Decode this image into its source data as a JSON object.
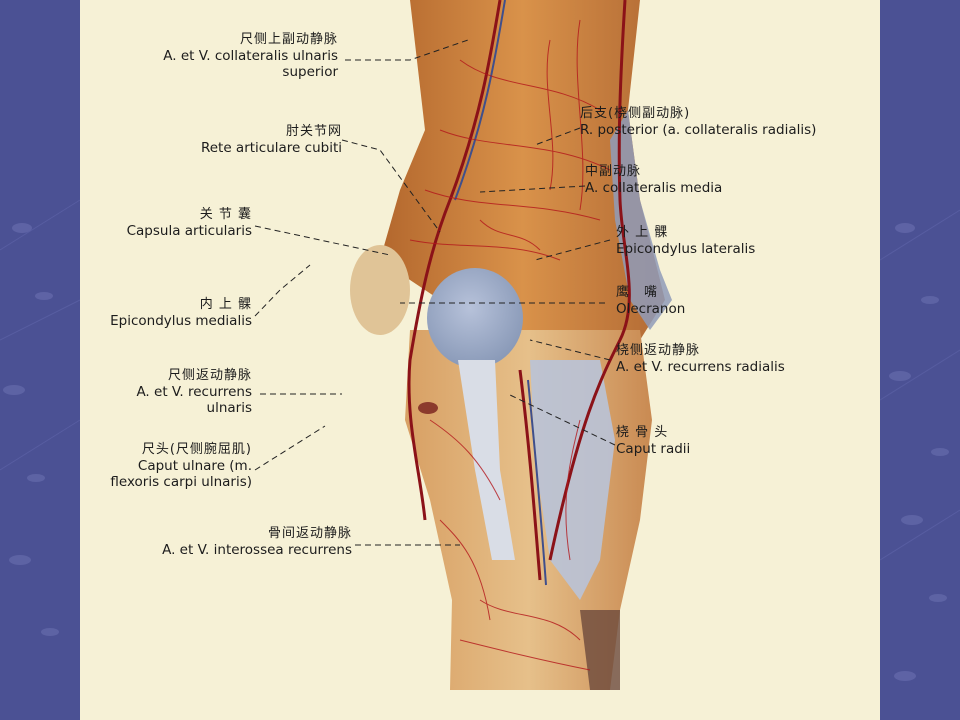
{
  "labels": {
    "coll_ulnaris_sup": {
      "zh": "尺侧上副动静脉",
      "line1": "A. et V. collateralis ulnaris",
      "line2": "superior"
    },
    "r_posterior": {
      "zh": "后支(桡侧副动脉)",
      "line1": "R. posterior (a. collateralis radialis)"
    },
    "rete": {
      "zh": "肘关节网",
      "line1": "Rete articulare cubiti"
    },
    "coll_media": {
      "zh": "中副动脉",
      "line1": "A. collateralis media"
    },
    "capsula": {
      "zh": "关 节 囊",
      "line1": "Capsula articularis"
    },
    "epi_lateralis": {
      "zh": "外 上 髁",
      "line1": "Epicondylus lateralis"
    },
    "olecranon": {
      "zh": "鹰　嘴",
      "line1": "Olecranon"
    },
    "epi_medialis": {
      "zh": "内 上 髁",
      "line1": "Epicondylus medialis"
    },
    "recurrens_radialis": {
      "zh": "桡侧返动静脉",
      "line1": "A. et V. recurrens radialis"
    },
    "recurrens_ulnaris": {
      "zh": "尺侧返动静脉",
      "line1": "A. et V. recurrens",
      "line2": "ulnaris"
    },
    "caput_radii": {
      "zh": "桡 骨 头",
      "line1": "Caput radii"
    },
    "caput_ulnare": {
      "zh": "尺头(尺侧腕屈肌)",
      "line1": "Caput ulnare (m.",
      "line2": "flexoris carpi ulnaris)"
    },
    "interossea": {
      "zh": "骨间返动静脉",
      "line1": "A. et V. interossea recurrens"
    }
  },
  "colors": {
    "background": "#4b5194",
    "slide": "#f6f1d6",
    "muscle": "#c97a3a",
    "artery": "#b3161b",
    "bone": "#9fb0cc"
  }
}
